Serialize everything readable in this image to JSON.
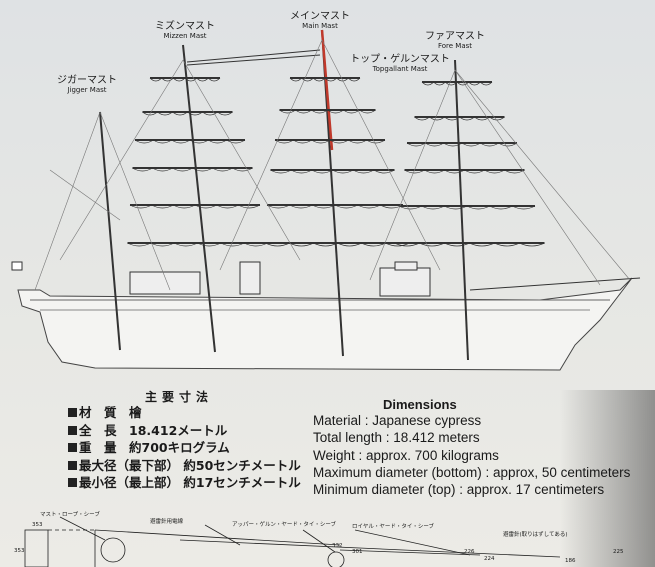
{
  "masts": {
    "jigger": {
      "jp": "ジガーマスト",
      "en": "Jigger Mast"
    },
    "mizzen": {
      "jp": "ミズンマスト",
      "en": "Mizzen Mast"
    },
    "main": {
      "jp": "メインマスト",
      "en": "Main Mast"
    },
    "topgallant": {
      "jp": "トップ・ゲルンマスト",
      "en": "Topgallant Mast"
    },
    "fore": {
      "jp": "ファアマスト",
      "en": "Fore Mast"
    }
  },
  "highlight_color": "#c0392b",
  "dimensions_jp": {
    "title": "主要寸法",
    "items": [
      {
        "label": "材　質",
        "value": "檜"
      },
      {
        "label": "全　長",
        "value": "18.412メートル"
      },
      {
        "label": "重　量",
        "value": "約700キログラム"
      },
      {
        "label": "最大径（最下部）",
        "value": "約50センチメートル"
      },
      {
        "label": "最小径（最上部）",
        "value": "約17センチメートル"
      }
    ]
  },
  "dimensions_en": {
    "title": "Dimensions",
    "items": [
      "Material :  Japanese cypress",
      "Total length :  18.412 meters",
      "Weight :  approx. 700 kilograms",
      "Maximum diameter (bottom) :  approx, 50 centimeters",
      "Minimum diameter (top) :  approx. 17 centimeters"
    ]
  },
  "mast_drawing": {
    "labels": [
      "マスト・ロープ・シーブ",
      "避雷針用電線",
      "アッパー・ゲルン・ヤード・タイ・シーブ",
      "ロイヤル・ヤード・タイ・シーブ",
      "避雷針(取りはずしてある)"
    ],
    "numbers": [
      "353",
      "353",
      "332",
      "301",
      "226",
      "224",
      "186",
      "225"
    ]
  }
}
